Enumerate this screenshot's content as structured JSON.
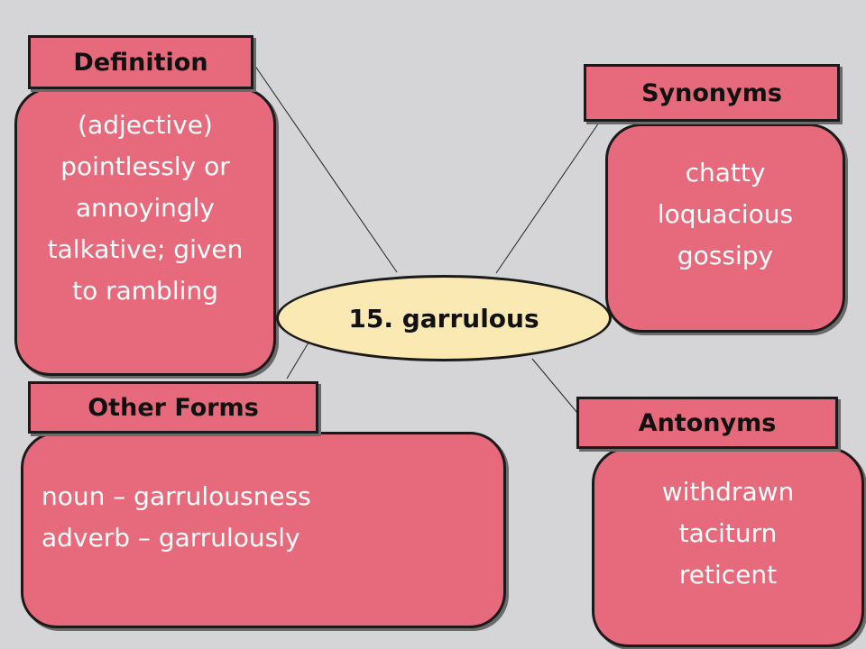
{
  "word": {
    "title": "15. garrulous"
  },
  "definition": {
    "label": "Definition",
    "lines": [
      "(adjective)",
      "pointlessly or",
      "annoyingly",
      "talkative; given",
      "to rambling"
    ]
  },
  "synonyms": {
    "label": "Synonyms",
    "lines": [
      "chatty",
      "loquacious",
      "gossipy"
    ]
  },
  "other_forms": {
    "label": "Other Forms",
    "lines": [
      "noun – garrulousness",
      "adverb – garrulously"
    ]
  },
  "antonyms": {
    "label": "Antonyms",
    "lines": [
      "withdrawn",
      "taciturn",
      "reticent"
    ]
  },
  "colors": {
    "background": "#d5d5d8",
    "box_fill": "#e66a7b",
    "center_fill": "#fbe9b3",
    "outline": "#1a1a1a"
  }
}
